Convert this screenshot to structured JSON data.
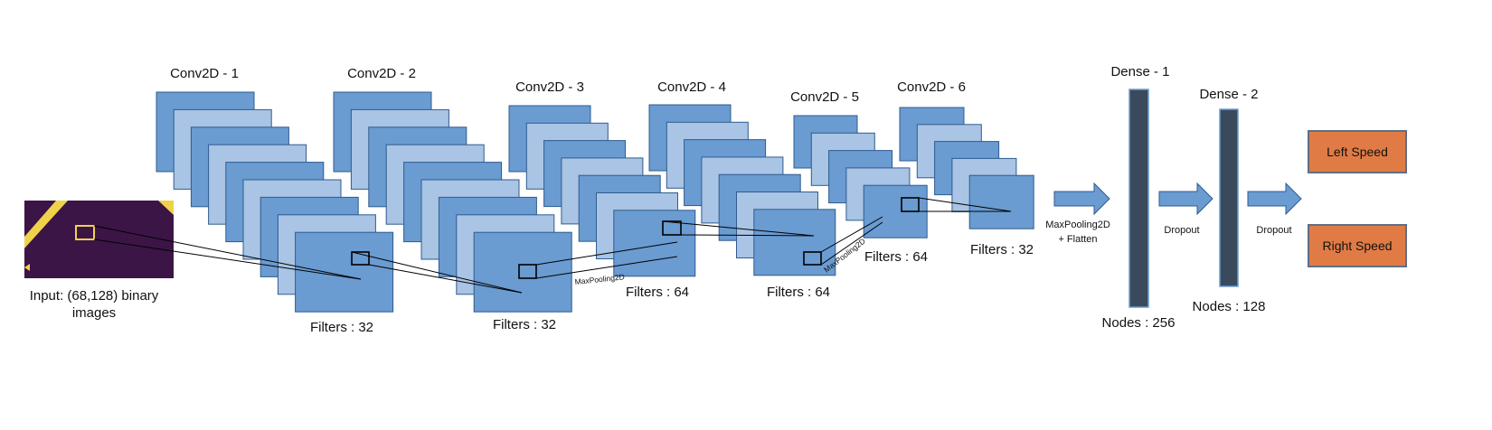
{
  "colors": {
    "filter_dark": "#6a9bd1",
    "filter_light": "#a9c4e4",
    "filter_border": "#2f5c8f",
    "input_bg": "#3b1546",
    "input_lines": "#f0d24a",
    "dense_bar": "#3a4a5c",
    "arrow": "#6a9bd1",
    "output_box": "#e07b45",
    "output_border": "#5c6f86"
  },
  "input": {
    "label_line1": "Input: (68,128) binary",
    "label_line2": "images"
  },
  "conv_layers": [
    {
      "title": "Conv2D - 1",
      "filters": "Filters : 32"
    },
    {
      "title": "Conv2D - 2",
      "filters": "Filters : 32"
    },
    {
      "title": "Conv2D - 3",
      "filters": "Filters : 64"
    },
    {
      "title": "Conv2D - 4",
      "filters": "Filters : 64"
    },
    {
      "title": "Conv2D - 5",
      "filters": "Filters : 64"
    },
    {
      "title": "Conv2D - 6",
      "filters": "Filters : 32"
    }
  ],
  "pool_labels": [
    "MaxPooling2D",
    "MaxPooling2D"
  ],
  "arrows": [
    {
      "line1": "MaxPooling2D",
      "line2": "+ Flatten"
    },
    {
      "line1": "Dropout",
      "line2": ""
    },
    {
      "line1": "Dropout",
      "line2": ""
    }
  ],
  "dense_layers": [
    {
      "title": "Dense - 1",
      "nodes": "Nodes : 256"
    },
    {
      "title": "Dense - 2",
      "nodes": "Nodes : 128"
    }
  ],
  "outputs": [
    "Left Speed",
    "Right Speed"
  ]
}
